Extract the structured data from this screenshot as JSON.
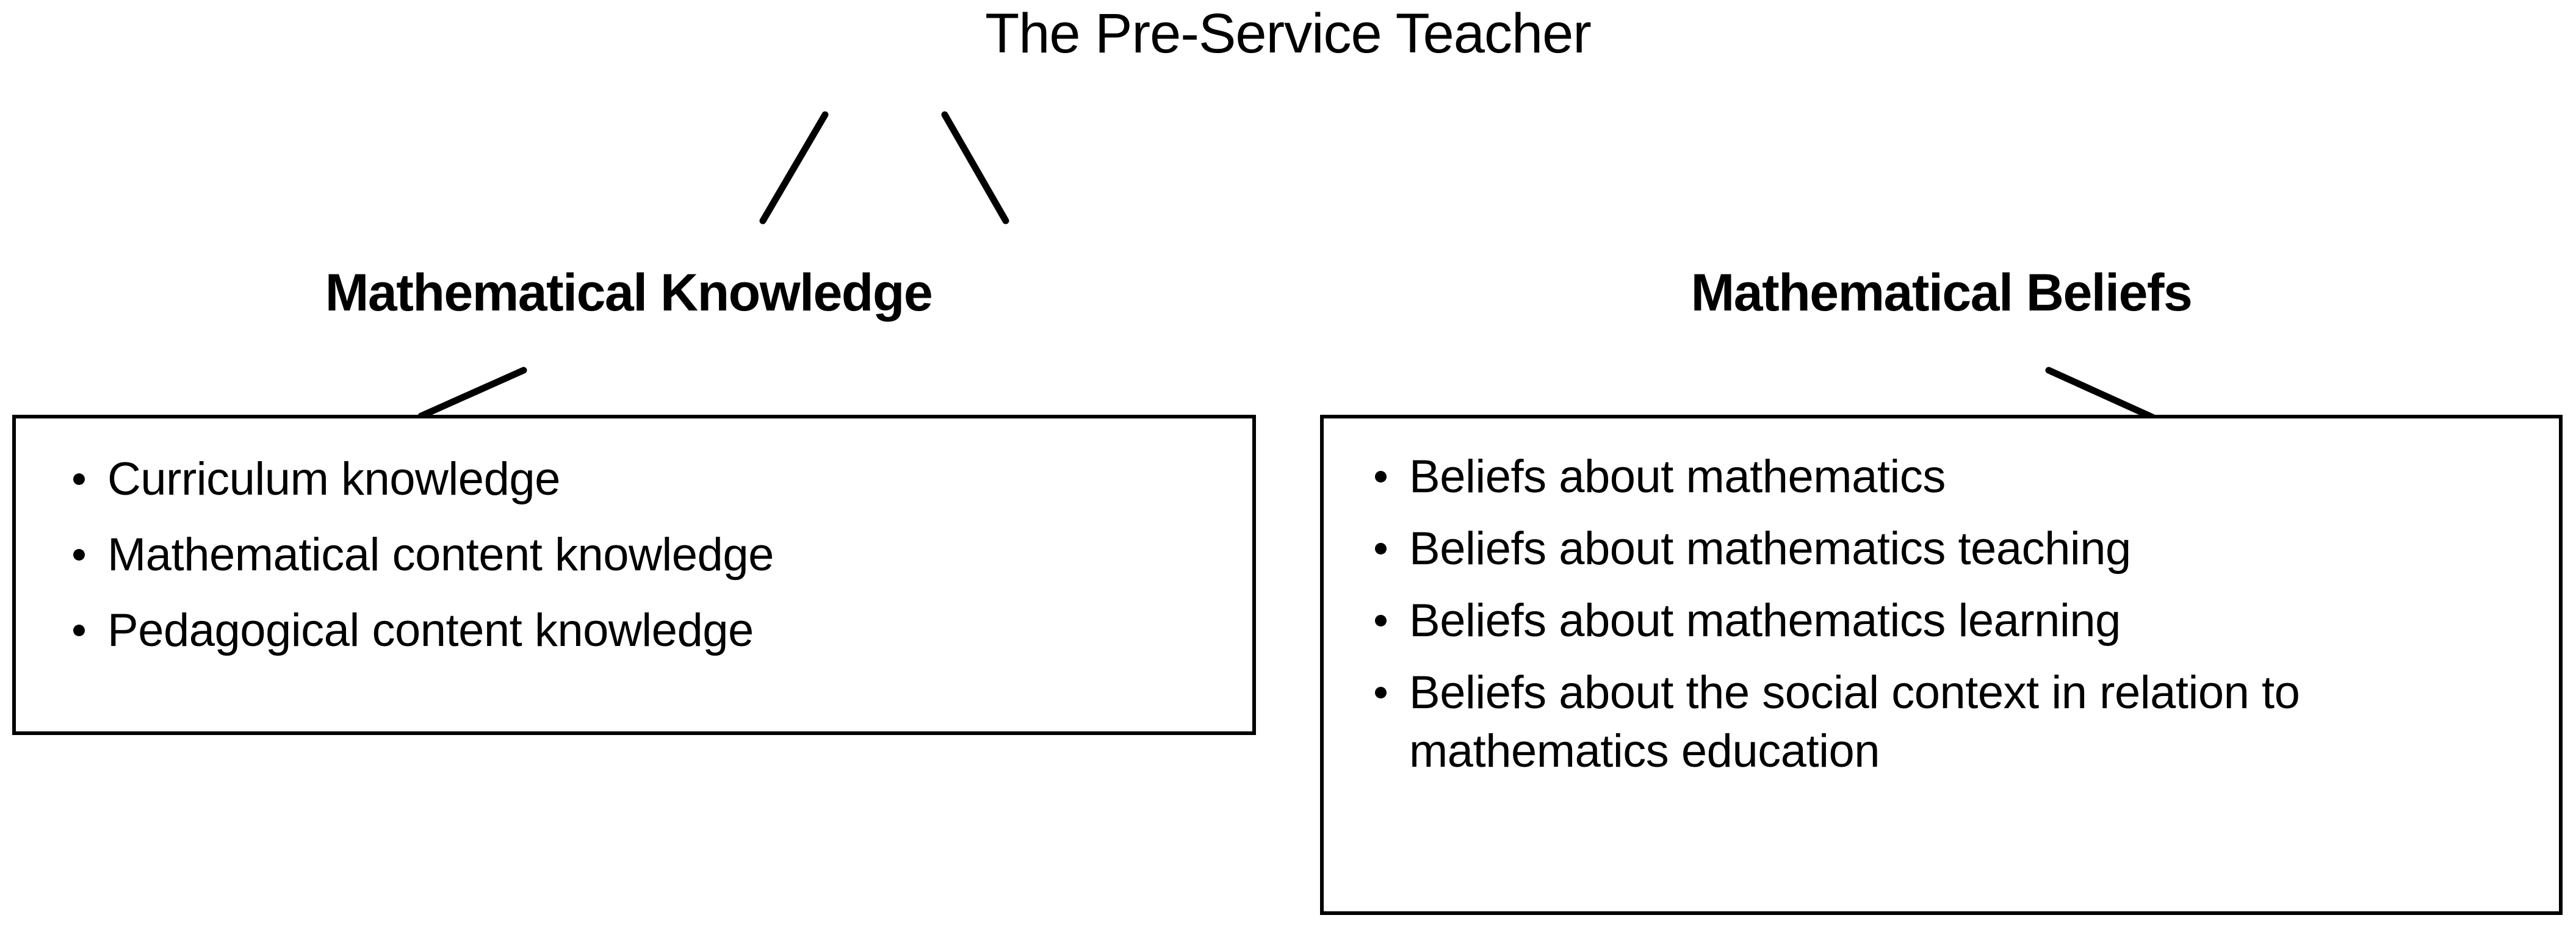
{
  "diagram": {
    "type": "hierarchy-tree",
    "root": {
      "label": "The Pre-Service Teacher"
    },
    "branches": [
      {
        "heading": "Mathematical Knowledge",
        "items": [
          "Curriculum knowledge",
          "Mathematical content knowledge",
          "Pedagogical content knowledge"
        ]
      },
      {
        "heading": "Mathematical Beliefs",
        "items": [
          "Beliefs about mathematics",
          "Beliefs about mathematics teaching",
          "Beliefs about mathematics learning",
          "Beliefs about the social context in relation to mathematics education"
        ]
      }
    ]
  },
  "style": {
    "line_color": "#000000",
    "box_border_color": "#000000",
    "background_color": "#ffffff",
    "text_color": "#000000",
    "bullet_glyph": "bullet-dot"
  }
}
